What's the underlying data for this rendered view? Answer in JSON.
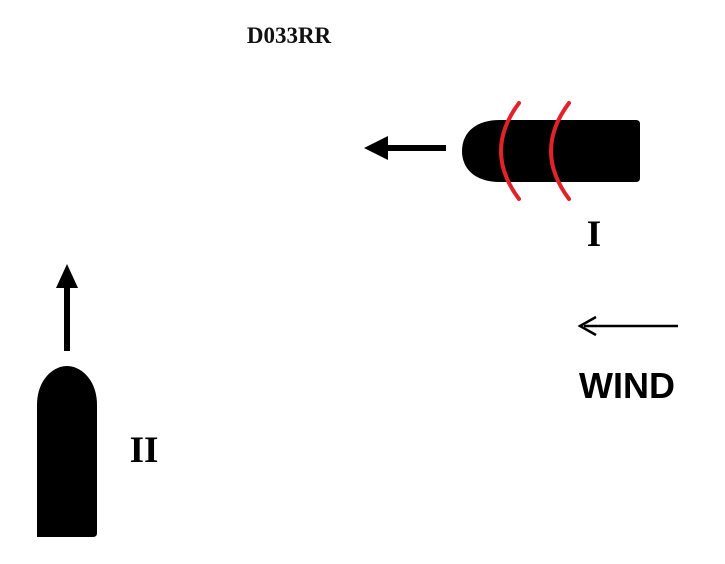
{
  "diagram_id": "D033RR",
  "vessels": [
    {
      "label": "I",
      "heading": "west",
      "light_arcs": 2
    },
    {
      "label": "II",
      "heading": "north"
    }
  ],
  "wind": {
    "label": "WIND",
    "direction": "west"
  },
  "colors": {
    "hull": "#000000",
    "arrow": "#000000",
    "light_arc": "#e0222a",
    "background": "#ffffff"
  }
}
